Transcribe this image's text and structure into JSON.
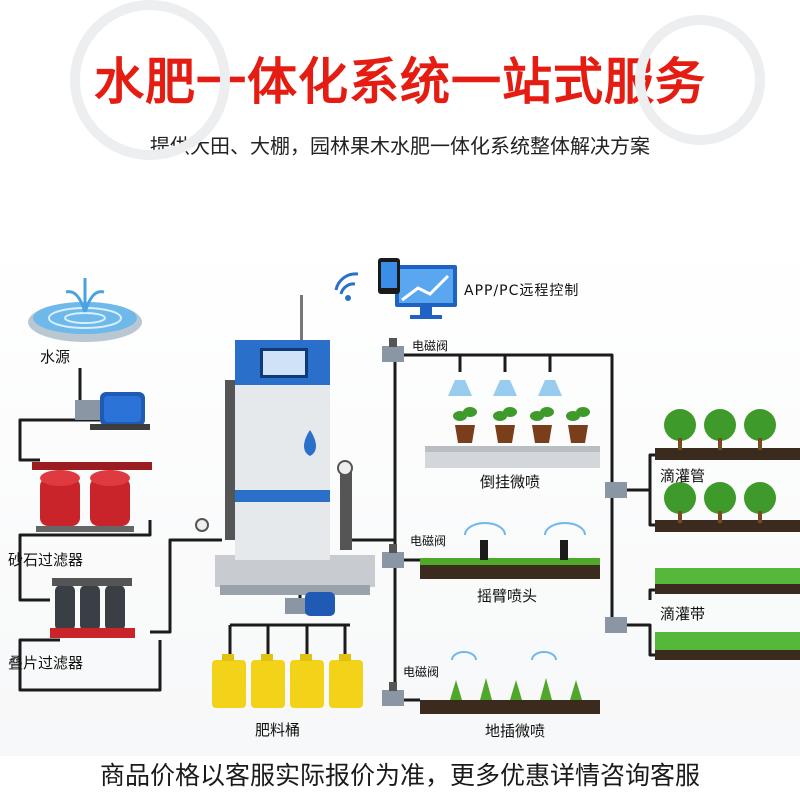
{
  "header": {
    "title": "水肥一体化系统一站式服务",
    "subtitle": "提供大田、大棚，园林果木水肥一体化系统整体解决方案"
  },
  "labels": {
    "water_source": "水源",
    "sand_filter": "砂石过滤器",
    "disc_filter": "叠片过滤器",
    "fertilizer_bucket": "肥料桶",
    "remote_control": "APP/PC远程控制",
    "solenoid_valve_1": "电磁阀",
    "solenoid_valve_2": "电磁阀",
    "solenoid_valve_3": "电磁阀",
    "hanging_micro_spray": "倒挂微喷",
    "rocker_sprinkler": "摇臂喷头",
    "ground_micro_spray": "地插微喷",
    "drip_pipe": "滴灌管",
    "drip_tape": "滴灌带"
  },
  "footer": {
    "notice": "商品价格以客服实际报价为准，更多优惠详情咨询客服"
  },
  "colors": {
    "title": "#e51c12",
    "pipe": "#1b1b1b",
    "machine_blue": "#2a6fc9",
    "sand_filter_red": "#c8242a",
    "bucket_yellow": "#f3d21a",
    "plant_green": "#3e9a2b"
  }
}
